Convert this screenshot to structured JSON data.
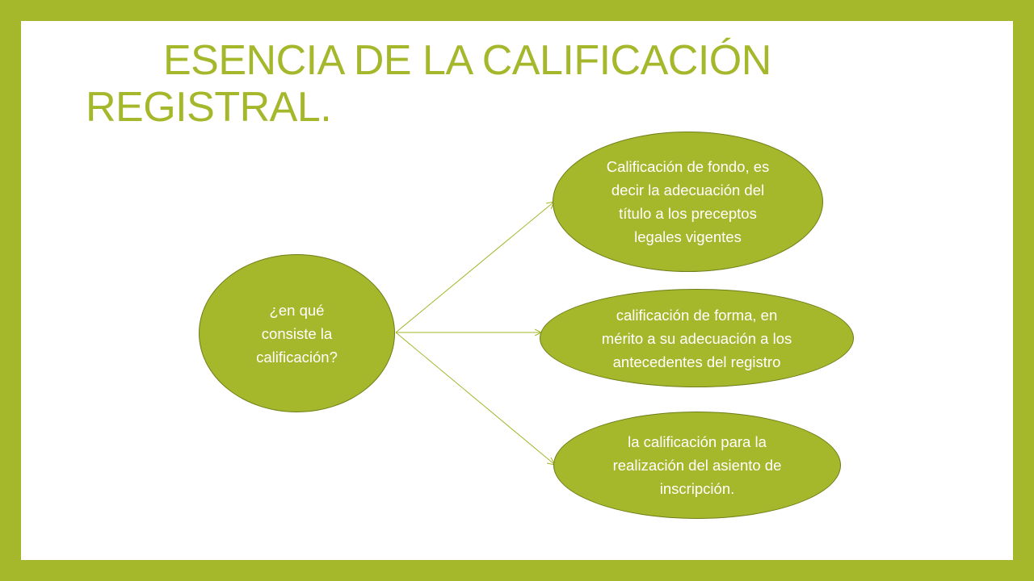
{
  "slide": {
    "title": "ESENCIA DE LA CALIFICACIÓN REGISTRAL."
  },
  "diagram": {
    "center": {
      "label": "¿en qué consiste la calificación?"
    },
    "branches": [
      {
        "label": "Calificación de fondo, es decir la adecuación del título a los preceptos legales vigentes"
      },
      {
        "label": "calificación de forma, en mérito a su adecuación a los antecedentes del registro"
      },
      {
        "label": "la calificación para la realización del asiento de inscripción."
      }
    ]
  },
  "colors": {
    "accent": "#a5b72a",
    "node_border": "#6f7e18",
    "background": "#ffffff"
  }
}
